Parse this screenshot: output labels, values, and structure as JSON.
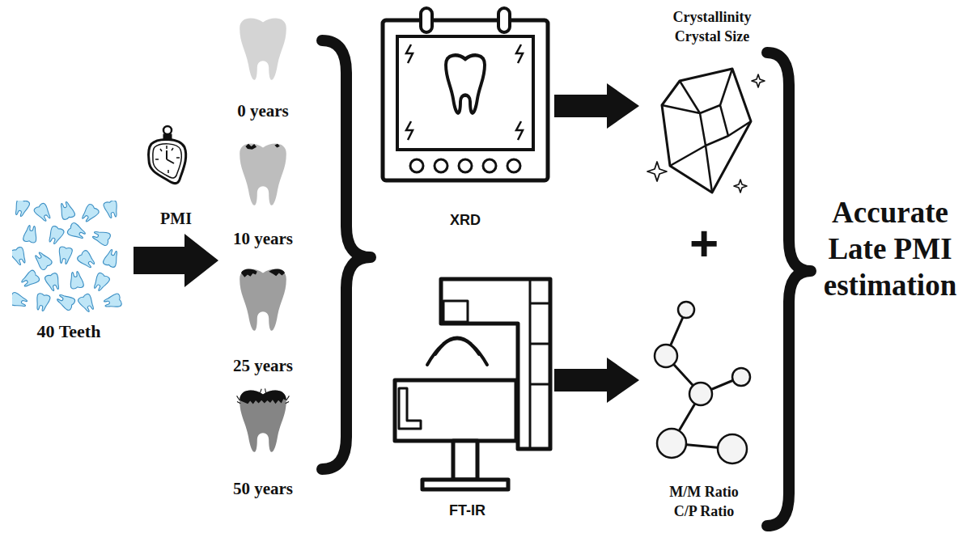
{
  "diagram": {
    "nodes": [
      {
        "text": [
          "40 Teeth"
        ]
      },
      {
        "text": [
          "0 years"
        ]
      },
      {
        "text": [
          "10 years"
        ]
      },
      {
        "text": [
          "25 years"
        ]
      },
      {
        "text": [
          "50 years"
        ]
      },
      {
        "text": [
          "XRD"
        ]
      },
      {
        "text": [
          "Crystallinity",
          "Crystal Size"
        ]
      },
      {
        "text": [
          "FT-IR"
        ]
      },
      {
        "text": [
          "M/M Ratio",
          "C/P Ratio"
        ]
      },
      {
        "text": [
          "Accurate Late PMI estimation"
        ]
      }
    ],
    "edges": [
      {
        "from": 0,
        "to": 2,
        "label": "PMI",
        "arrow": "to"
      },
      {
        "from": 5,
        "to": 6,
        "arrow": "to"
      },
      {
        "from": 7,
        "to": 8,
        "arrow": "to"
      }
    ],
    "labels": [
      "+"
    ]
  }
}
